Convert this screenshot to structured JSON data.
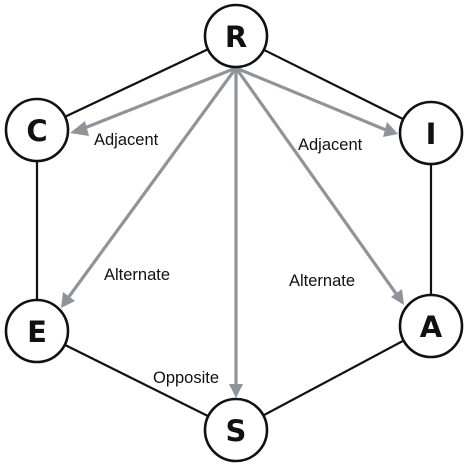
{
  "nodes": {
    "R": "R",
    "C": "C",
    "I": "I",
    "E": "E",
    "A": "A",
    "S": "S"
  },
  "relations": {
    "adjacent_left": "Adjacent",
    "adjacent_right": "Adjacent",
    "alternate_left": "Alternate",
    "alternate_right": "Alternate",
    "opposite": "Opposite"
  },
  "colors": {
    "node_stroke": "#111111",
    "arrow": "#8e9499",
    "background": "#ffffff"
  }
}
